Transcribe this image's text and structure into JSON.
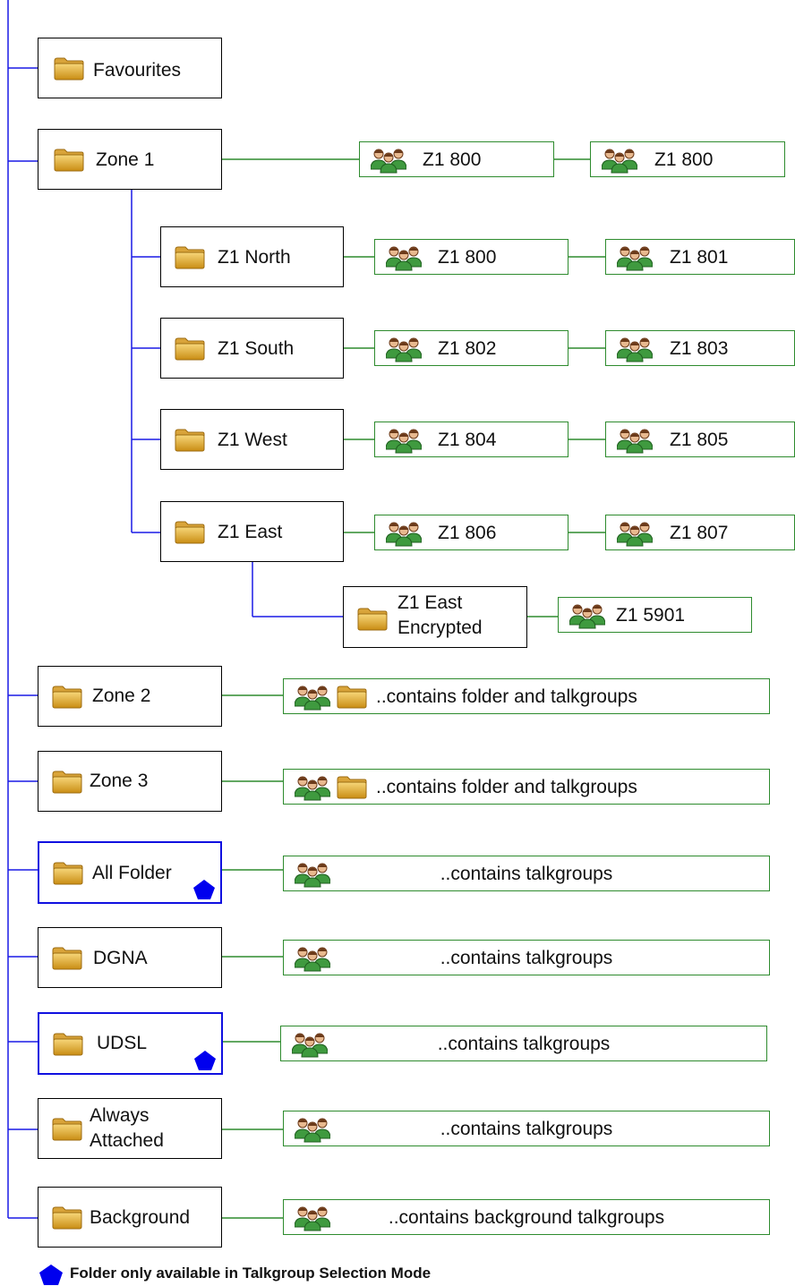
{
  "colors": {
    "tree_line": "#1a1ae6",
    "talkgroup_line": "#2e8b2e",
    "folder_border": "#000000",
    "selection_folder_border": "#1010e0",
    "marker": "#0000ee"
  },
  "icons": {
    "folder": "folder-icon",
    "talkgroup": "talkgroup-icon",
    "marker": "pentagon-marker"
  },
  "folders": {
    "favourites": "Favourites",
    "zone1": "Zone 1",
    "z1_north": "Z1 North",
    "z1_south": "Z1 South",
    "z1_west": "Z1 West",
    "z1_east": "Z1 East",
    "z1_east_encrypted": "Z1 East Encrypted",
    "zone2": "Zone 2",
    "zone3": "Zone 3",
    "all_folder": "All Folder",
    "dgna": "DGNA",
    "udsl": "UDSL",
    "always_attached": "Always Attached",
    "background": "Background"
  },
  "talkgroups": {
    "zone1_a": "Z1 800",
    "zone1_b": "Z1 800",
    "north_a": "Z1 800",
    "north_b": "Z1 801",
    "south_a": "Z1 802",
    "south_b": "Z1 803",
    "west_a": "Z1 804",
    "west_b": "Z1 805",
    "east_a": "Z1 806",
    "east_b": "Z1 807",
    "encrypted_a": "Z1 5901"
  },
  "contents": {
    "zone2": "..contains folder and talkgroups",
    "zone3": "..contains folder and talkgroups",
    "all_folder": "..contains talkgroups",
    "dgna": "..contains talkgroups",
    "udsl": "..contains talkgroups",
    "always_attached": "..contains talkgroups",
    "background": "..contains background talkgroups"
  },
  "legend": {
    "text": "Folder only available in Talkgroup Selection Mode"
  }
}
